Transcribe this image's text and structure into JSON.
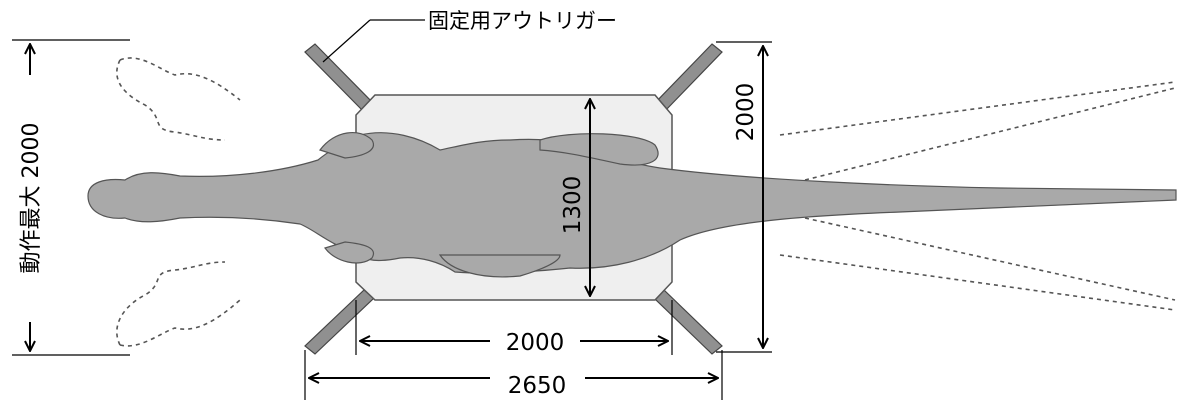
{
  "labels": {
    "outrigger": "固定用アウトリガー",
    "motion_max": "動作最大 2000",
    "base_width_2000": "2000",
    "overall_2650": "2650",
    "height_2000": "2000",
    "body_1300": "1300"
  },
  "colors": {
    "body_fill": "#a9a9a9",
    "body_stroke": "#555555",
    "base_fill": "#efefef",
    "base_stroke": "#555555",
    "arm_fill": "#909090",
    "dash_stroke": "#555555"
  }
}
